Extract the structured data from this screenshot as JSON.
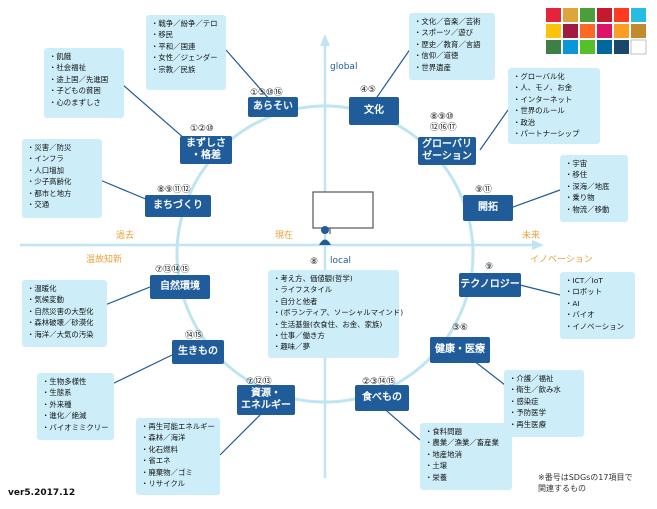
{
  "axes": {
    "global": "global",
    "local": "local",
    "past": "過去",
    "present": "現在",
    "future": "未来",
    "onkochishin": "温故知新",
    "innovation": "イノベーション"
  },
  "version": "ver5.2017.12",
  "note": "※番号はSDGsの17項目で\n関連するもの",
  "categories": {
    "arasoi": {
      "label": "あらそい",
      "numbers": "①⑤⑩⑯"
    },
    "bunka": {
      "label": "文化",
      "numbers": "④⑤"
    },
    "mazushisa": {
      "label": "まずしさ\n・格差",
      "numbers": "①②⑩"
    },
    "global_": {
      "label": "グローバリ\nゼーション",
      "numbers": "⑧⑨⑩\n⑫⑯⑰"
    },
    "machi": {
      "label": "まちづくり",
      "numbers": "⑧⑨⑪⑫"
    },
    "kaitaku": {
      "label": "開拓",
      "numbers": "⑨⑪"
    },
    "shizen": {
      "label": "自然環境",
      "numbers": "⑦⑬⑭⑮"
    },
    "tech": {
      "label": "テクノロジー",
      "numbers": "⑨"
    },
    "kenko": {
      "label": "健康・医療",
      "numbers": "③⑥"
    },
    "ikimono": {
      "label": "生きもの",
      "numbers": "⑭⑮"
    },
    "shigen": {
      "label": "資源・\nエネルギー",
      "numbers": "⑦⑫⑬"
    },
    "tabemono": {
      "label": "食べもの",
      "numbers": "②③⑭⑮"
    },
    "center": {
      "numbers": "⑧"
    }
  },
  "boxes": {
    "arasoi": [
      "戦争／紛争／テロ",
      "移民",
      "平和／国連",
      "女性／ジェンダー",
      "宗教／民族"
    ],
    "mazushisa": [
      "飢餓",
      "社会福祉",
      "途上国／先進国",
      "子どもの貧困",
      "心のまずしさ"
    ],
    "bunka": [
      "文化／音楽／芸術",
      "スポーツ／遊び",
      "歴史／教育／言語",
      "信仰／道徳",
      "世界遺産"
    ],
    "global_": [
      "グローバル化",
      "人、モノ、お金",
      "インターネット",
      "世界のルール",
      "政治",
      "パートナーシップ"
    ],
    "machi": [
      "災害／防災",
      "インフラ",
      "人口増加",
      "少子高齢化",
      "都市と地方",
      "交通"
    ],
    "kaitaku": [
      "宇宙",
      "移住",
      "深海／地底",
      "乗り物",
      "物流／移動"
    ],
    "shizen": [
      "温暖化",
      "気候変動",
      "自然災害の大型化",
      "森林破壊／砂漠化",
      "海洋／大気の汚染"
    ],
    "tech": [
      "ICT／IoT",
      "ロボット",
      "AI",
      "バイオ",
      "イノベーション"
    ],
    "ikimono": [
      "生物多様性",
      "生態系",
      "外来種",
      "進化／絶滅",
      "バイオミミクリー"
    ],
    "shigen": [
      "再生可能エネルギー",
      "森林／海洋",
      "化石燃料",
      "省エネ",
      "廃棄物／ゴミ",
      "リサイクル"
    ],
    "tabemono": [
      "食料問題",
      "農業／漁業／畜産業",
      "地産地消",
      "土壌",
      "栄養"
    ],
    "kenko": [
      "介護／福祉",
      "衛生／飲み水",
      "感染症",
      "予防医学",
      "再生医療"
    ],
    "center": [
      "考え方、価値観(哲学)",
      "ライフスタイル",
      "自分と他者",
      "(ボランティア、ソーシャルマインド)",
      "生活基盤(衣食住、お金、家族)",
      "仕事／働き方",
      "趣味／夢"
    ]
  },
  "sdg_icons": [
    "#e5243b",
    "#dda63a",
    "#4c9f38",
    "#c5192d",
    "#ff3a21",
    "#26bde2",
    "#fcc30b",
    "#a21942",
    "#fd6925",
    "#dd1367",
    "#fd9d24",
    "#bf8b2e",
    "#3f7e44",
    "#0a97d9",
    "#56c02b",
    "#00689d",
    "#19486a",
    "#ffffff"
  ],
  "colors": {
    "category": "#1f5c99",
    "box": "#cdeef9",
    "line": "#1f5c99",
    "circle": "#bfe4f2",
    "accent": "#e8a33a"
  }
}
